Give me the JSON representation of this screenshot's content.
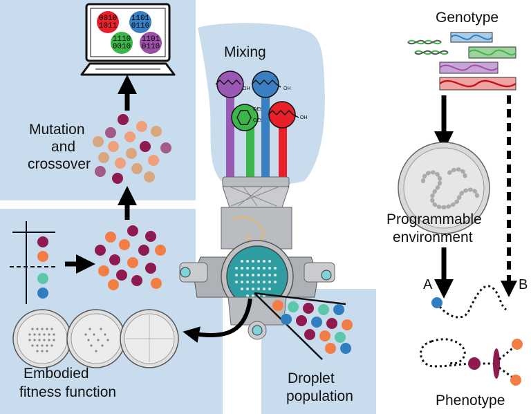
{
  "labels": {
    "mixing": "Mixing",
    "mutation_line1": "Mutation",
    "mutation_line2": "and",
    "mutation_line3": "crossover",
    "genotype": "Genotype",
    "programmable_line1": "Programmable",
    "programmable_line2": "environment",
    "path_a": "A",
    "path_b": "B",
    "phenotype": "Phenotype",
    "embodied_line1": "Embodied",
    "embodied_line2": "fitness function",
    "droplet_line1": "Droplet",
    "droplet_line2": "population"
  },
  "monitor_codes": [
    {
      "top": "0010",
      "bottom": "1011",
      "color": "#e8202a"
    },
    {
      "top": "1101",
      "bottom": "0110",
      "color": "#3a7fc1"
    },
    {
      "top": "1110",
      "bottom": "0010",
      "color": "#3cb54a"
    },
    {
      "top": "1101",
      "bottom": "0110",
      "color": "#9b4fa6"
    }
  ],
  "molecule_labels": {
    "oh1": "OH",
    "oh2": "OH",
    "oet1": "OEt",
    "oet2": "OEt",
    "oh3": "OH"
  },
  "syringe_colors": [
    "#9b59b6",
    "#3a7fc1",
    "#3cb54a",
    "#e8202a"
  ],
  "colors": {
    "panel_bg": "#c8dcee",
    "maroon": "#8e1a4f",
    "orange": "#f27e45",
    "teal": "#5cc7a8",
    "blue": "#2f7fc0",
    "tan": "#d9a77f",
    "mauve": "#a45a86"
  }
}
